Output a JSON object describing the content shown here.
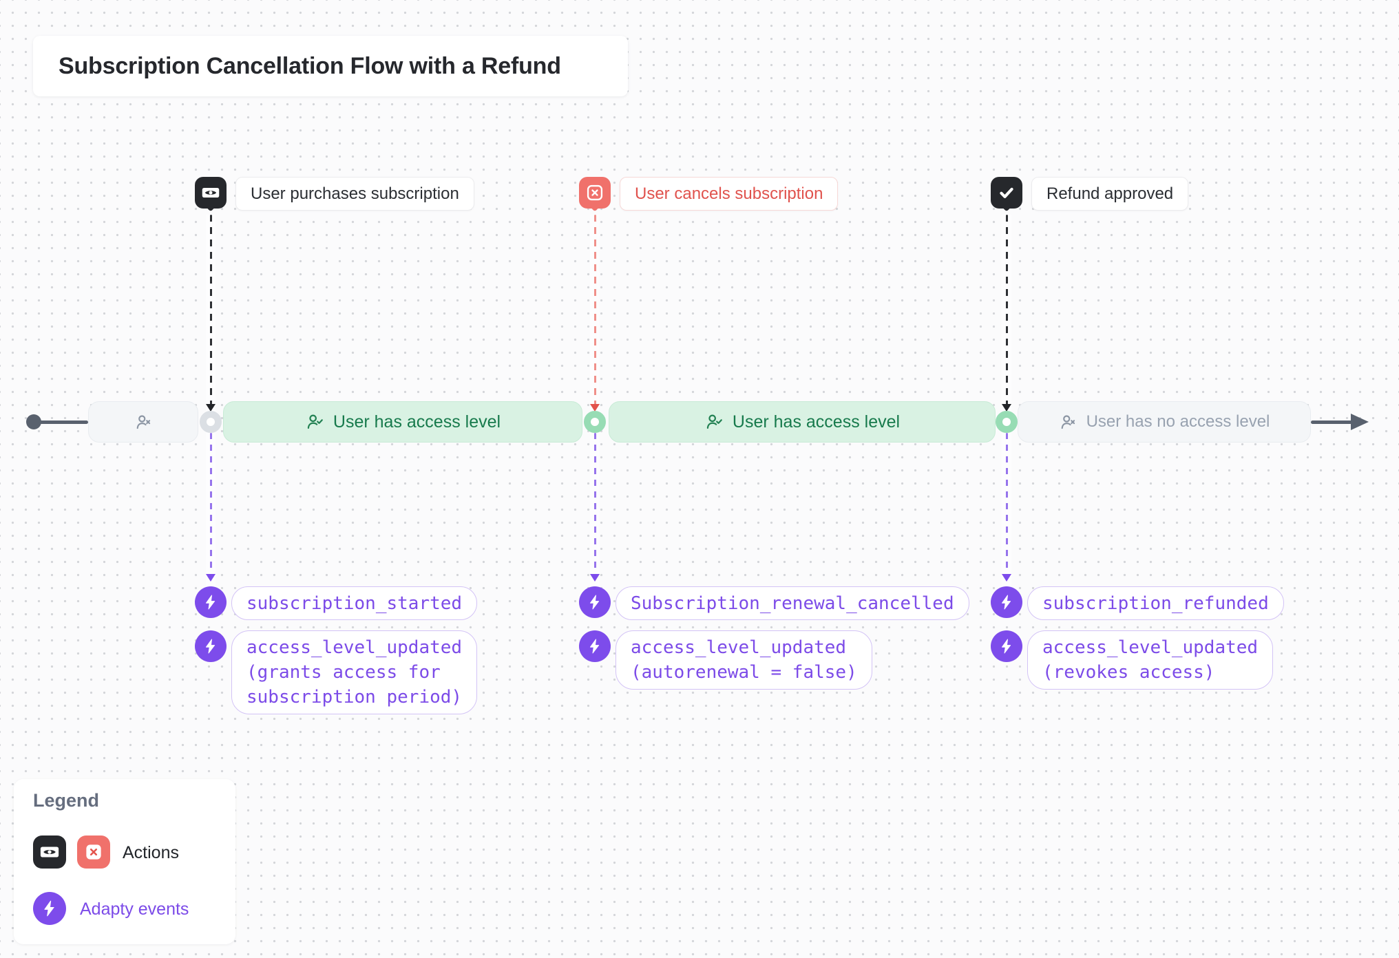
{
  "title": {
    "text": "Subscription Cancellation Flow with a Refund"
  },
  "actions": [
    {
      "label": "User purchases subscription",
      "icon": "money-icon",
      "style": "dark"
    },
    {
      "label": "User cancels subscription",
      "icon": "x-square-icon",
      "style": "red"
    },
    {
      "label": "Refund approved",
      "icon": "check-icon",
      "style": "dark"
    }
  ],
  "timeline": {
    "states": [
      {
        "label": "",
        "icon": "user-x-icon",
        "style": "gray"
      },
      {
        "label": "User has access level",
        "icon": "user-check-icon",
        "style": "green"
      },
      {
        "label": "User has access level",
        "icon": "user-check-icon",
        "style": "green"
      },
      {
        "label": "User has no access level",
        "icon": "user-x-icon",
        "style": "gray"
      }
    ]
  },
  "events": {
    "icon": "lightning-icon",
    "columns": [
      {
        "items": [
          {
            "text": "subscription_started"
          },
          {
            "text": "access_level_updated\n(grants access for\nsubscription period)"
          }
        ]
      },
      {
        "items": [
          {
            "text": "Subscription_renewal_cancelled"
          },
          {
            "text": "access_level_updated\n(autorenewal = false)"
          }
        ]
      },
      {
        "items": [
          {
            "text": "subscription_refunded"
          },
          {
            "text": "access_level_updated\n(revokes access)"
          }
        ]
      }
    ]
  },
  "legend": {
    "title": "Legend",
    "rows": [
      {
        "label": "Actions",
        "icons": [
          "money-icon",
          "x-square-icon"
        ]
      },
      {
        "label": "Adapty events",
        "icons": [
          "lightning-icon"
        ]
      }
    ]
  },
  "colors": {
    "accent_purple": "#7d4ceb",
    "accent_red": "#f0716b",
    "green_state_bg": "#d9f2e3",
    "green_state_text": "#177a4c",
    "dark": "#26282c",
    "timeline_gray": "#59616e"
  }
}
